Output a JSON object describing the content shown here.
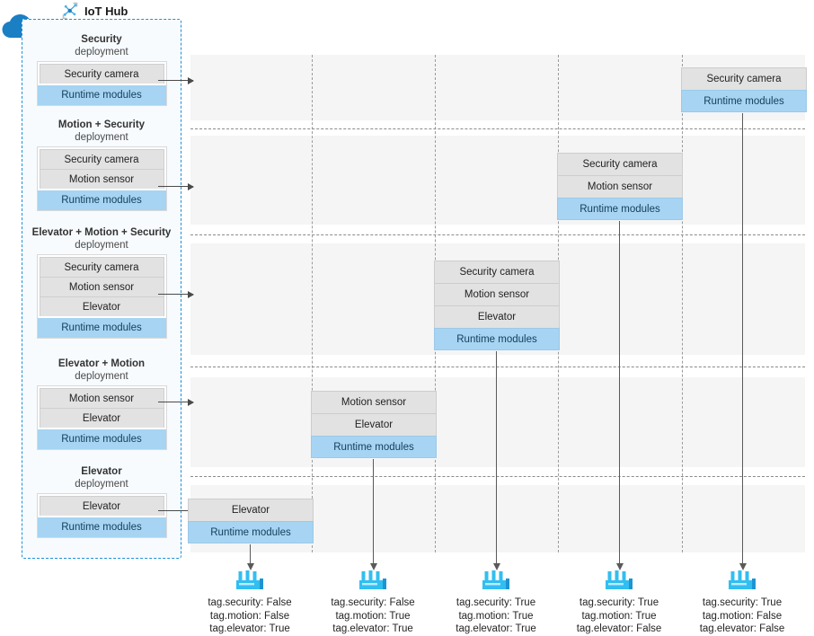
{
  "hub": {
    "title": "IoT Hub",
    "icon": "iot-hub-icon",
    "cloud_icon": "cloud-icon",
    "accent": "#1e90d6",
    "runtime_color": "#a6d4f2",
    "module_color": "#e2e2e2"
  },
  "deployments": [
    {
      "name": "Security",
      "sub": "deployment",
      "modules": [
        "Security camera"
      ],
      "runtime": "Runtime modules"
    },
    {
      "name": "Motion + Security",
      "sub": "deployment",
      "modules": [
        "Security camera",
        "Motion sensor"
      ],
      "runtime": "Runtime modules"
    },
    {
      "name": "Elevator + Motion + Security",
      "sub": "deployment",
      "modules": [
        "Security camera",
        "Motion sensor",
        "Elevator"
      ],
      "runtime": "Runtime modules"
    },
    {
      "name": "Elevator + Motion",
      "sub": "deployment",
      "modules": [
        "Motion sensor",
        "Elevator"
      ],
      "runtime": "Runtime modules"
    },
    {
      "name": "Elevator",
      "sub": "deployment",
      "modules": [
        "Elevator"
      ],
      "runtime": "Runtime modules"
    }
  ],
  "assignments": [
    {
      "row": 0,
      "column": 4,
      "modules": [
        "Security camera"
      ],
      "runtime": "Runtime modules"
    },
    {
      "row": 1,
      "column": 3,
      "modules": [
        "Security camera",
        "Motion sensor"
      ],
      "runtime": "Runtime modules"
    },
    {
      "row": 2,
      "column": 2,
      "modules": [
        "Security camera",
        "Motion sensor",
        "Elevator"
      ],
      "runtime": "Runtime modules"
    },
    {
      "row": 3,
      "column": 1,
      "modules": [
        "Motion sensor",
        "Elevator"
      ],
      "runtime": "Runtime modules"
    },
    {
      "row": 4,
      "column": 0,
      "modules": [
        "Elevator"
      ],
      "runtime": "Runtime modules"
    }
  ],
  "devices": [
    {
      "icon": "iot-edge-device-icon",
      "tags": [
        "tag.security: False",
        "tag.motion: False",
        "tag.elevator: True"
      ]
    },
    {
      "icon": "iot-edge-device-icon",
      "tags": [
        "tag.security: False",
        "tag.motion: True",
        "tag.elevator: True"
      ]
    },
    {
      "icon": "iot-edge-device-icon",
      "tags": [
        "tag.security: True",
        "tag.motion: True",
        "tag.elevator: True"
      ]
    },
    {
      "icon": "iot-edge-device-icon",
      "tags": [
        "tag.security: True",
        "tag.motion: True",
        "tag.elevator: False"
      ]
    },
    {
      "icon": "iot-edge-device-icon",
      "tags": [
        "tag.security: True",
        "tag.motion: False",
        "tag.elevator: False"
      ]
    }
  ]
}
